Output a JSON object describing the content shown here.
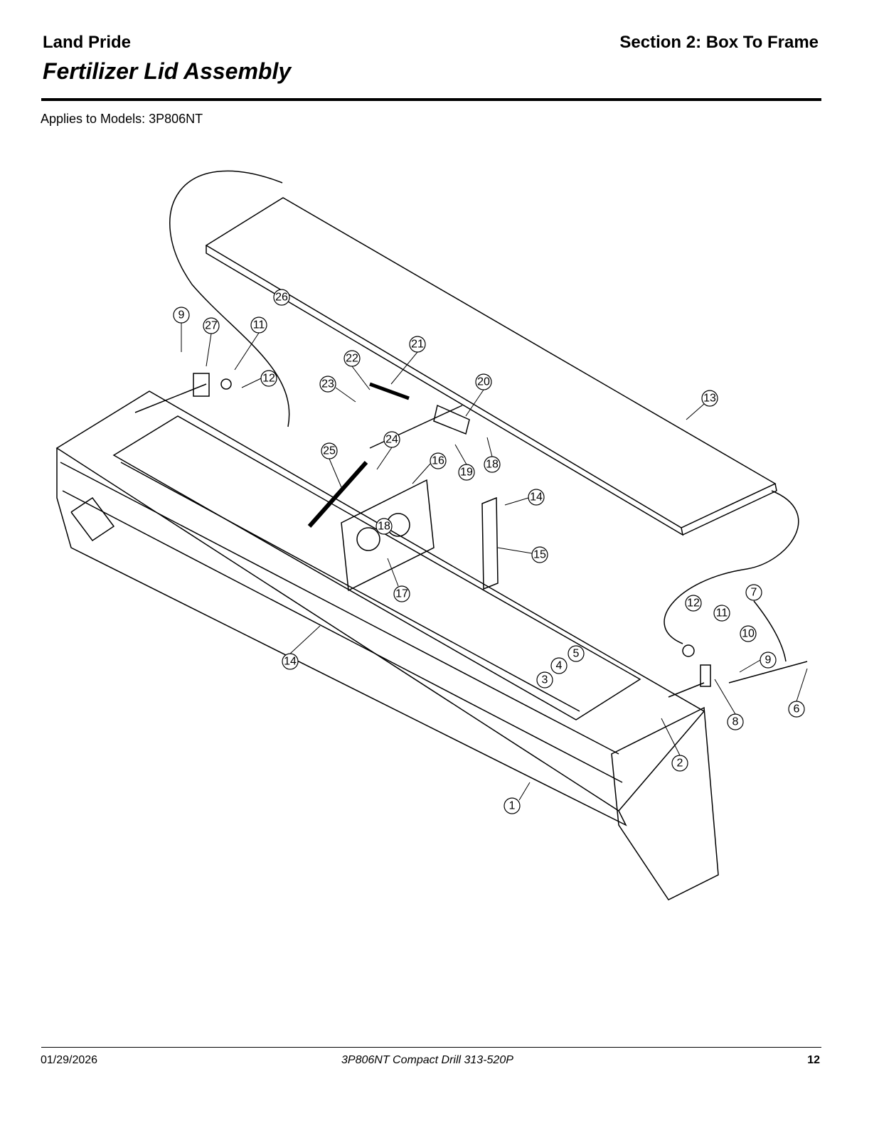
{
  "header": {
    "brand": "Land Pride",
    "section": "Section 2: Box To Frame",
    "title": "Fertilizer Lid Assembly"
  },
  "applies_to": "Applies to Models: 3P806NT",
  "callouts": [
    "26",
    "9",
    "27",
    "11",
    "12",
    "22",
    "21",
    "23",
    "20",
    "13",
    "24",
    "16",
    "19",
    "18",
    "25",
    "14",
    "18",
    "15",
    "17",
    "12",
    "11",
    "7",
    "10",
    "9",
    "6",
    "5",
    "4",
    "3",
    "8",
    "2",
    "14",
    "1"
  ],
  "footer": {
    "date": "01/29/2026",
    "document": "3P806NT  Compact Drill  313-520P",
    "page": "12"
  }
}
